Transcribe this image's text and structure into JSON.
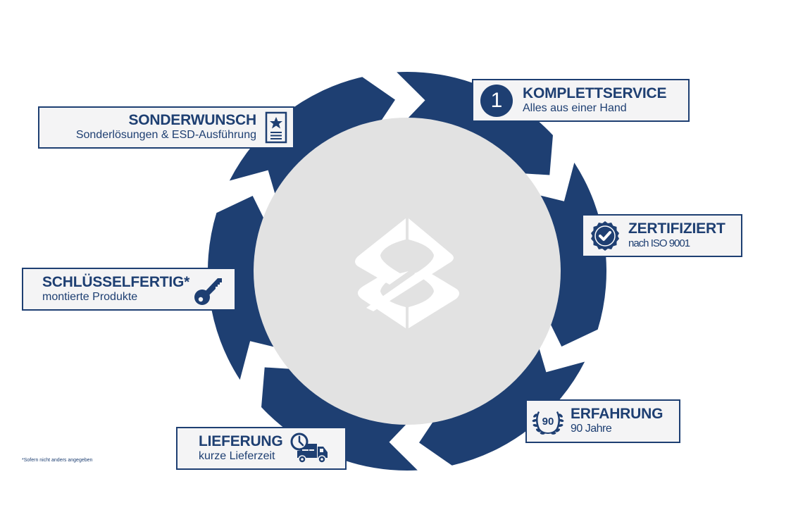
{
  "colors": {
    "ring": "#1e3f72",
    "inner_circle": "#e2e2e2",
    "card_bg": "#f4f4f5",
    "text": "#1e3f72",
    "logo": "#ffffff"
  },
  "diagram": {
    "type": "cycle",
    "center_logo": "infinity-eight-logo",
    "cards": [
      {
        "id": "komplettservice",
        "icon": "number-one-circle-icon",
        "icon_text": "1",
        "title": "KOMPLETTSERVICE",
        "subtitle": "Alles aus einer Hand"
      },
      {
        "id": "zertifiziert",
        "icon": "certified-badge-icon",
        "title": "ZERTIFIZIERT",
        "subtitle": "nach ISO 9001"
      },
      {
        "id": "erfahrung",
        "icon": "laurel-wreath-icon",
        "icon_text": "90",
        "title": "ERFAHRUNG",
        "subtitle": "90 Jahre"
      },
      {
        "id": "lieferung",
        "icon": "delivery-truck-clock-icon",
        "title": "LIEFERUNG",
        "subtitle": "kurze Lieferzeit"
      },
      {
        "id": "schluesselfertig",
        "icon": "key-icon",
        "title": "SCHLÜSSELFERTIG*",
        "subtitle": "montierte Produkte"
      },
      {
        "id": "sonderwunsch",
        "icon": "star-document-icon",
        "title": "SONDERWUNSCH",
        "subtitle": "Sonderlösungen & ESD-Ausführung"
      }
    ]
  },
  "footnote": "*Sofern nicht anders angegeben"
}
